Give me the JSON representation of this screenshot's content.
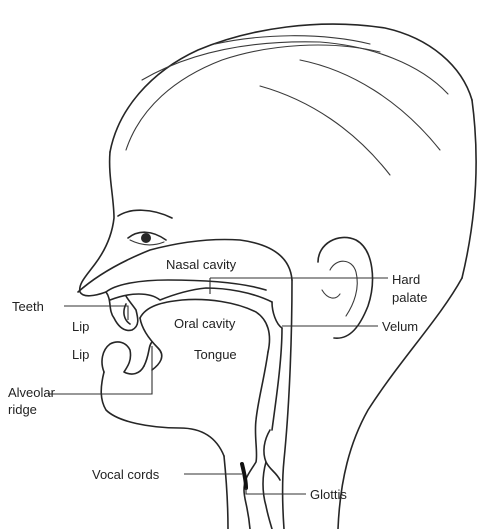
{
  "diagram": {
    "labels": {
      "nasal_cavity": "Nasal cavity",
      "hard_palate_line1": "Hard",
      "hard_palate_line2": "palate",
      "teeth": "Teeth",
      "lip_upper": "Lip",
      "oral_cavity": "Oral cavity",
      "velum": "Velum",
      "lip_lower": "Lip",
      "tongue": "Tongue",
      "alveolar_line1": "Alveolar",
      "alveolar_line2": "ridge",
      "vocal_cords": "Vocal cords",
      "glottis": "Glottis"
    },
    "colors": {
      "ink": "#262626",
      "background": "#ffffff"
    }
  }
}
